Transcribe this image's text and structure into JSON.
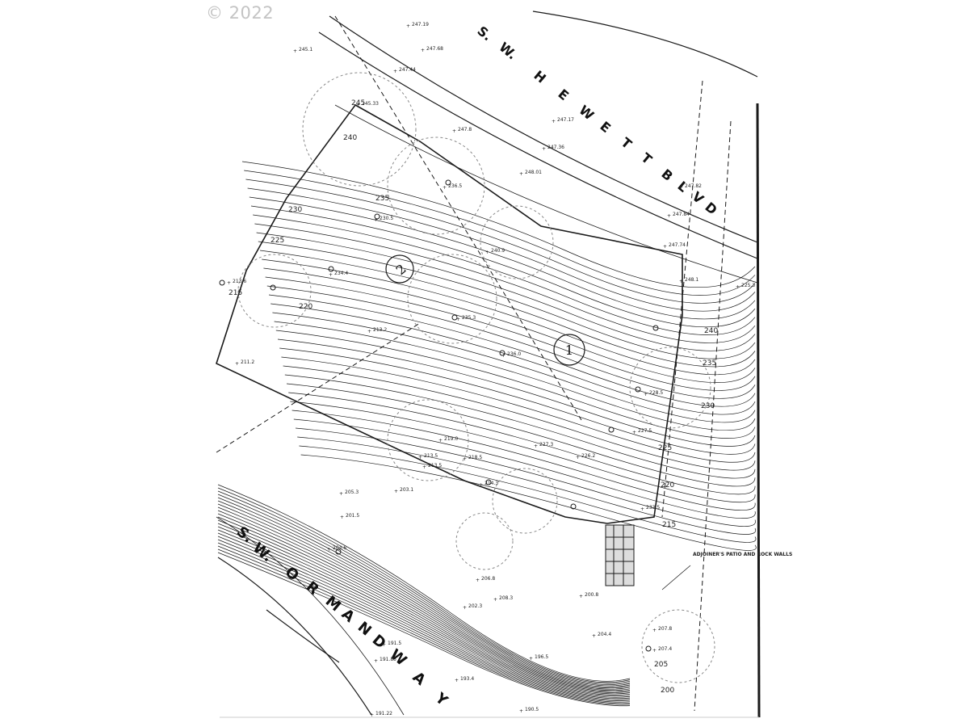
{
  "watermark": {
    "copyright": "© 2022"
  },
  "streets": {
    "north": {
      "letters": [
        "S.",
        "W.",
        "H",
        "E",
        "W",
        "E",
        "T",
        "T",
        "B",
        "L",
        "V",
        "D"
      ]
    },
    "south": {
      "letters": [
        "S.",
        "W.",
        "O",
        "R",
        "M",
        "A",
        "N",
        "D",
        "W",
        "A",
        "Y"
      ]
    }
  },
  "lots": {
    "lot_1": "1",
    "lot_2": "2"
  },
  "notes": {
    "adjoiner": "ADJOINER'S PATIO AND ROCK WALLS"
  },
  "contour_labels": [
    "245",
    "240",
    "235",
    "230",
    "225",
    "220",
    "215",
    "240",
    "235",
    "230",
    "225",
    "220",
    "215",
    "205",
    "200"
  ],
  "spot_elevations": [
    "247.19",
    "247.68",
    "247.44",
    "245.1",
    "245.33",
    "247.8",
    "247.17",
    "247.36",
    "248.01",
    "247.82",
    "247.84",
    "247.74",
    "248.1",
    "240.9",
    "236.5",
    "234.4",
    "230.5",
    "213.6",
    "211.2",
    "213.2",
    "236.0",
    "235.3",
    "225.3",
    "228.5",
    "227.5",
    "226.2",
    "227.3",
    "219.0",
    "213.5",
    "214.3",
    "218.5",
    "213.5",
    "205.3",
    "203.1",
    "201.5",
    "204.6",
    "206.8",
    "208.3",
    "202.3",
    "200.8",
    "204.4",
    "207.8",
    "191.5",
    "191.85",
    "193.4",
    "191.22",
    "190.5",
    "196.5",
    "207.4",
    "233.5"
  ],
  "colors": {
    "ink": "#1a1a1a",
    "copyright": "#c4c4c4",
    "background": "#ffffff"
  }
}
